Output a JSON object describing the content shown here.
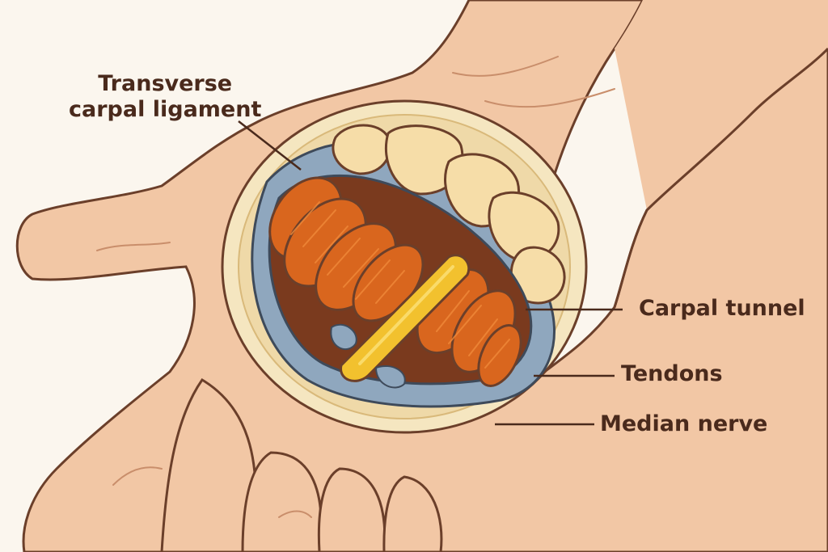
{
  "labels": {
    "transverse_line1": "Transverse",
    "transverse_line2": "carpal ligament",
    "carpal_tunnel": "Carpal tunnel",
    "tendons": "Tendons",
    "median_nerve": "Median nerve"
  },
  "colors": {
    "background": "#FBF6EE",
    "skin": "#F2C7A5",
    "skin_shadow": "#E9B48F",
    "outline": "#6B3F2A",
    "bone": "#F6DDA8",
    "sheath": "#8FA7BE",
    "tendon": "#D9661E",
    "tendon_light": "#F08A3A",
    "nerve": "#F2C12E",
    "rim": "#F5E6C0",
    "label_text": "#4A2A1C"
  }
}
